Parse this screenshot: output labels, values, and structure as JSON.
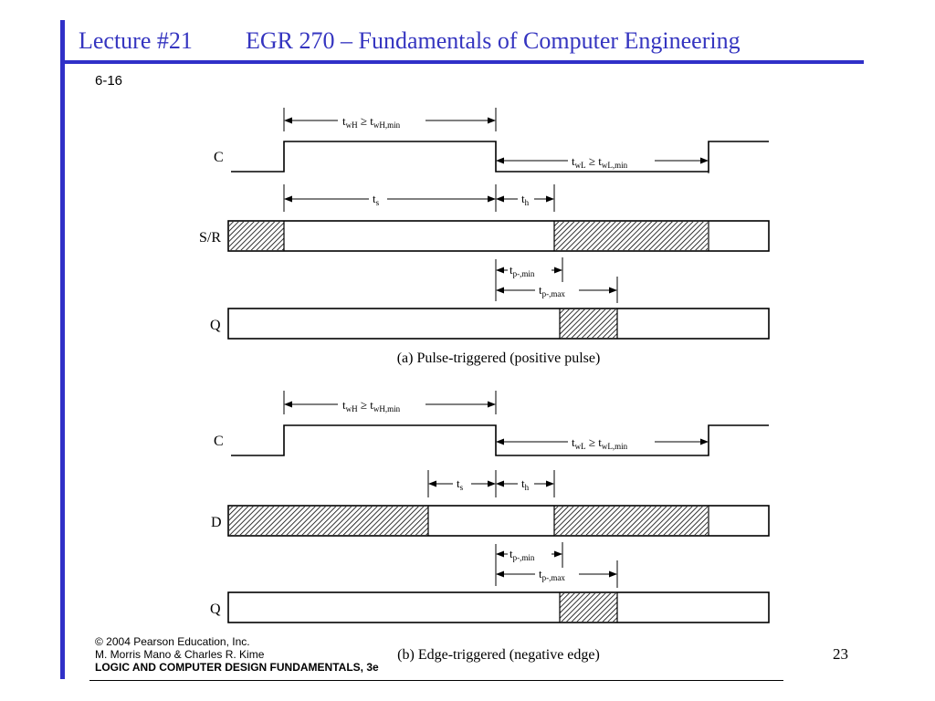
{
  "header": {
    "lecture": "Lecture #21",
    "course": "EGR 270 – Fundamentals of Computer Engineering"
  },
  "figure_label": "6-16",
  "panels": [
    {
      "caption": "(a) Pulse-triggered (positive pulse)",
      "signals": {
        "clock": "C",
        "input": "S/R",
        "output": "Q"
      },
      "labels": {
        "twh": "t",
        "twh_sub": "wH",
        "twh_rel": " ≥ t",
        "twh_min_sub": "wH,min",
        "twl": "t",
        "twl_sub": "wL",
        "twl_rel": " ≥ t",
        "twl_min_sub": "wL,min",
        "ts": "t",
        "ts_sub": "s",
        "th": "t",
        "th_sub": "h",
        "tpmin": "t",
        "tpmin_sub": "p-,min",
        "tpmax": "t",
        "tpmax_sub": "p-,max"
      }
    },
    {
      "caption": "(b) Edge-triggered (negative edge)",
      "signals": {
        "clock": "C",
        "input": "D",
        "output": "Q"
      },
      "labels": {
        "twh": "t",
        "twh_sub": "wH",
        "twh_rel": " ≥ t",
        "twh_min_sub": "wH,min",
        "twl": "t",
        "twl_sub": "wL",
        "twl_rel": " ≥ t",
        "twl_min_sub": "wL,min",
        "ts": "t",
        "ts_sub": "s",
        "th": "t",
        "th_sub": "h",
        "tpmin": "t",
        "tpmin_sub": "p-,min",
        "tpmax": "t",
        "tpmax_sub": "p-,max"
      }
    }
  ],
  "credits": {
    "line1": "© 2004 Pearson Education, Inc.",
    "line2": "M. Morris Mano & Charles R. Kime",
    "line3": "LOGIC AND COMPUTER DESIGN FUNDAMENTALS, 3e"
  },
  "page_number": "23",
  "colors": {
    "accent": "#3030c8",
    "header_text": "#3535c0"
  }
}
